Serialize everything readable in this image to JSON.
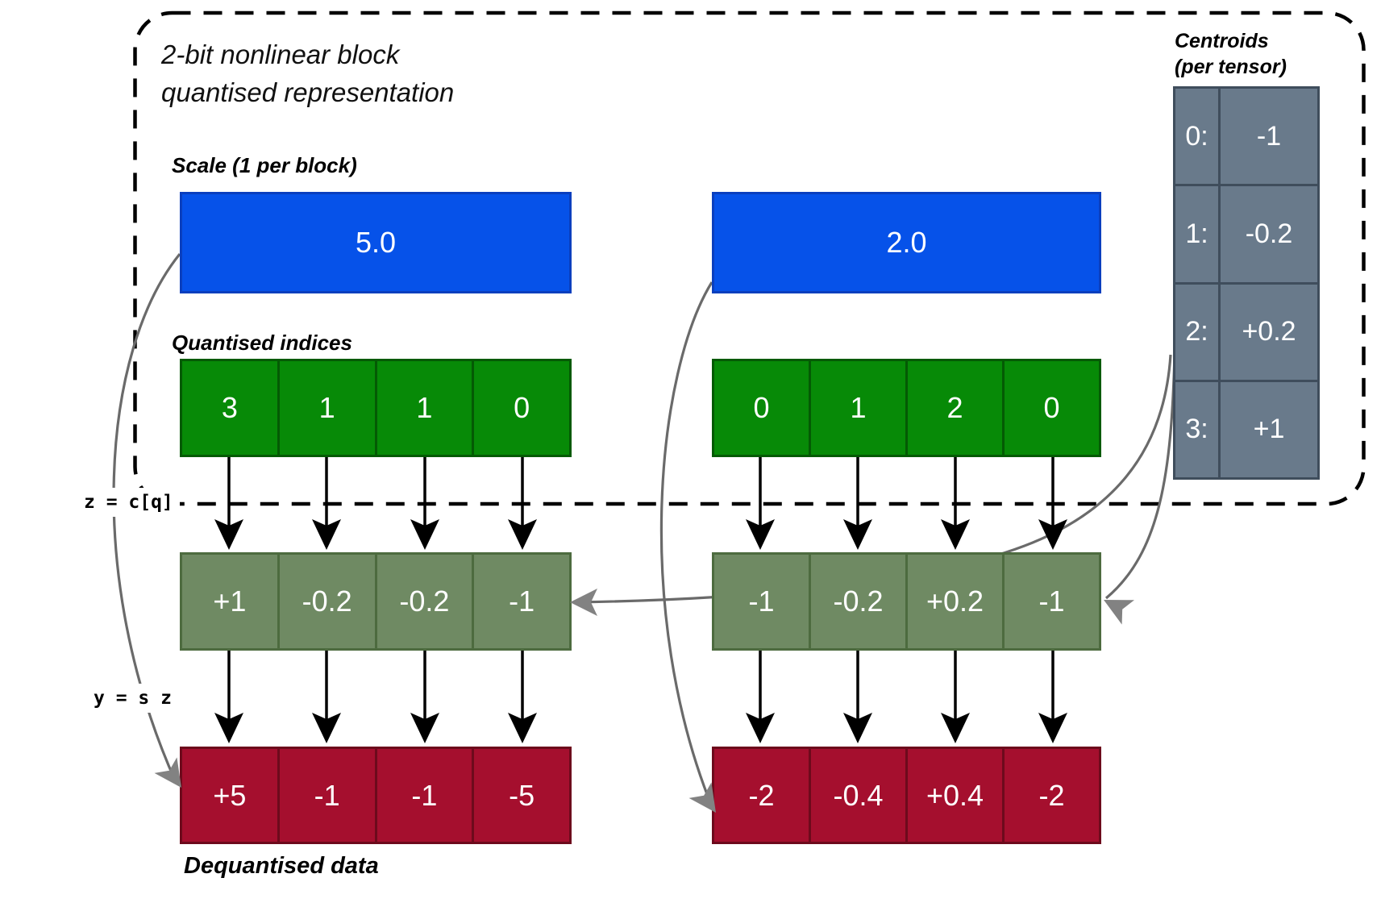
{
  "title": {
    "line1": "2-bit nonlinear block",
    "line2": "quantised representation"
  },
  "labels": {
    "scale": "Scale (1 per block)",
    "indices": "Quantised indices",
    "dequantised": "Dequantised data",
    "centroids_line1": "Centroids",
    "centroids_line2": "(per tensor)"
  },
  "formulas": {
    "lookup": "z = c[q]",
    "scale": "y = s z"
  },
  "blocks": [
    {
      "scale": "5.0",
      "indices": [
        "3",
        "1",
        "1",
        "0"
      ],
      "centroid_values": [
        "+1",
        "-0.2",
        "-0.2",
        "-1"
      ],
      "dequantised": [
        "+5",
        "-1",
        "-1",
        "-5"
      ]
    },
    {
      "scale": "2.0",
      "indices": [
        "0",
        "1",
        "2",
        "0"
      ],
      "centroid_values": [
        "-1",
        "-0.2",
        "+0.2",
        "-1"
      ],
      "dequantised": [
        "-2",
        "-0.4",
        "+0.4",
        "-2"
      ]
    }
  ],
  "centroid_table": {
    "rows": [
      {
        "index": "0:",
        "value": "-1"
      },
      {
        "index": "1:",
        "value": "-0.2"
      },
      {
        "index": "2:",
        "value": "+0.2"
      },
      {
        "index": "3:",
        "value": "+1"
      }
    ]
  },
  "colors": {
    "scale_fill": "#0652e9",
    "scale_border": "#0a3fbe",
    "index_fill": "#078a07",
    "index_border": "#045a04",
    "centroid_row_fill": "#6f8a63",
    "centroid_row_border": "#4d6b3f",
    "dequantised_fill": "#a50f2e",
    "dequantised_border": "#6d0a1c",
    "table_fill": "#697a8b",
    "table_border": "#3f4d5c",
    "flow_arrow": "#000000",
    "reference_arrow": "#6a6a6a"
  }
}
